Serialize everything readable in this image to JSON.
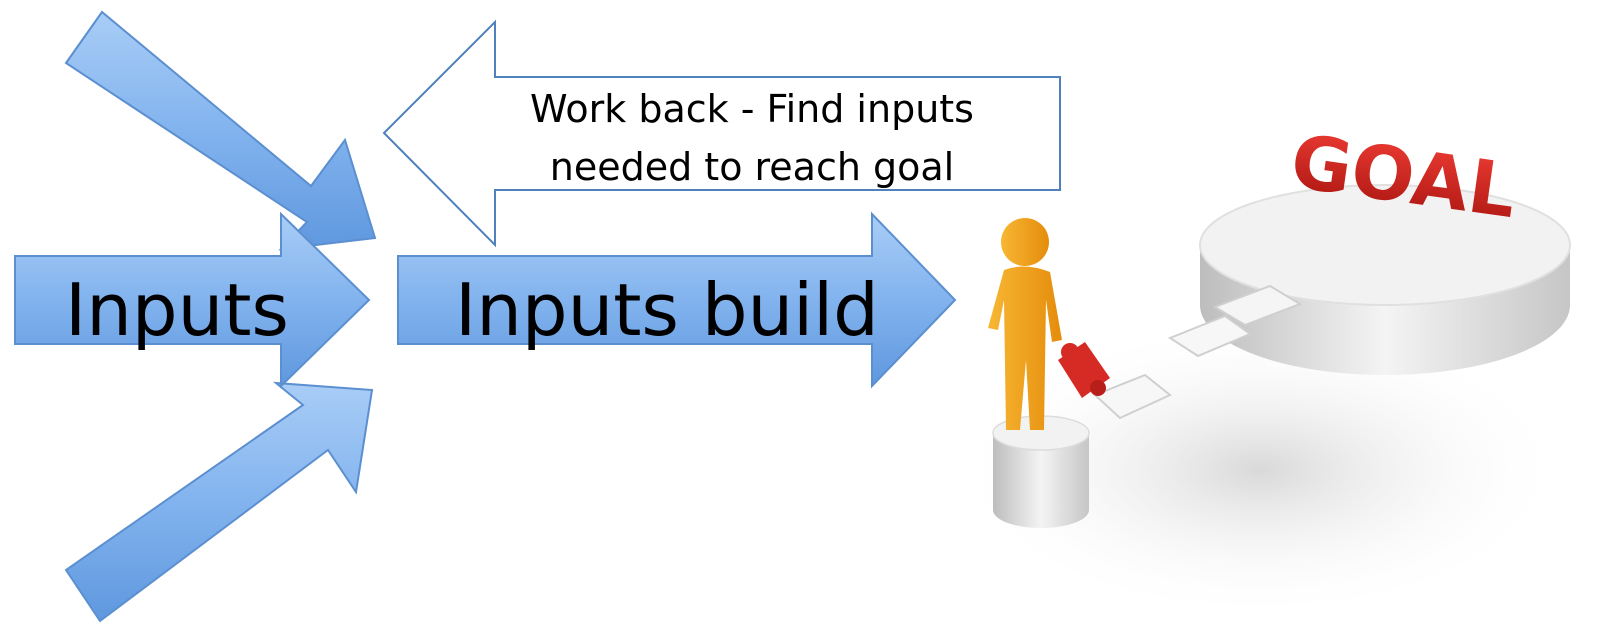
{
  "diagram": {
    "inputs_label": "Inputs",
    "build_label": "Inputs build",
    "work_back_line1": "Work back - Find inputs",
    "work_back_line2": "needed to reach goal"
  },
  "illustration": {
    "goal_text": "GOAL",
    "figure_color": "#f5a623",
    "goal_color": "#d42a24",
    "puzzle_piece_color": "#d62b24"
  },
  "colors": {
    "arrow_fill": "#82b3ee",
    "arrow_stroke": "#4f81bd"
  }
}
